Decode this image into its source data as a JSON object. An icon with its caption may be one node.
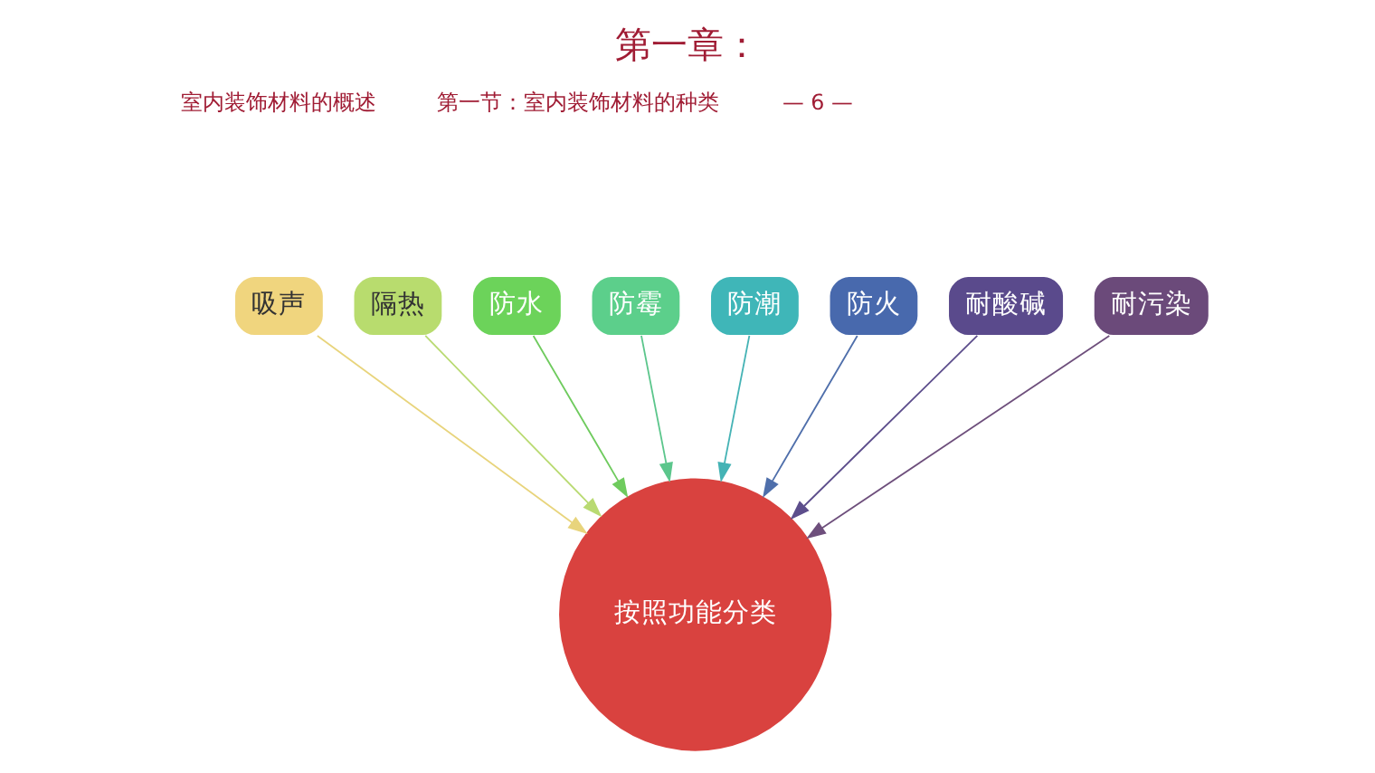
{
  "diagram": {
    "title": "第一章：",
    "nodes": [
      {
        "text": [
          "按照功能分类"
        ]
      },
      {
        "text": [
          "吸声"
        ]
      },
      {
        "text": [
          "隔热"
        ]
      },
      {
        "text": [
          "防水"
        ]
      },
      {
        "text": [
          "防霉"
        ]
      },
      {
        "text": [
          "防潮"
        ]
      },
      {
        "text": [
          "防火"
        ]
      },
      {
        "text": [
          "耐酸碱"
        ]
      },
      {
        "text": [
          "耐污染"
        ]
      }
    ],
    "edges": [
      {
        "from": 1,
        "to": 0,
        "arrow": "to",
        "color": "#e8d47c"
      },
      {
        "from": 2,
        "to": 0,
        "arrow": "to",
        "color": "#b9da72"
      },
      {
        "from": 3,
        "to": 0,
        "arrow": "to",
        "color": "#6fcb5e"
      },
      {
        "from": 4,
        "to": 0,
        "arrow": "to",
        "color": "#5cc68c"
      },
      {
        "from": 5,
        "to": 0,
        "arrow": "to",
        "color": "#45b3b5"
      },
      {
        "from": 6,
        "to": 0,
        "arrow": "to",
        "color": "#4f6fab"
      },
      {
        "from": 7,
        "to": 0,
        "arrow": "to",
        "color": "#5d4e8c"
      },
      {
        "from": 8,
        "to": 0,
        "arrow": "to",
        "color": "#6e4f7c"
      }
    ],
    "labels": [
      "室内装饰材料的概述",
      "第一节：室内装饰材料的种类",
      "— 6 —"
    ]
  }
}
